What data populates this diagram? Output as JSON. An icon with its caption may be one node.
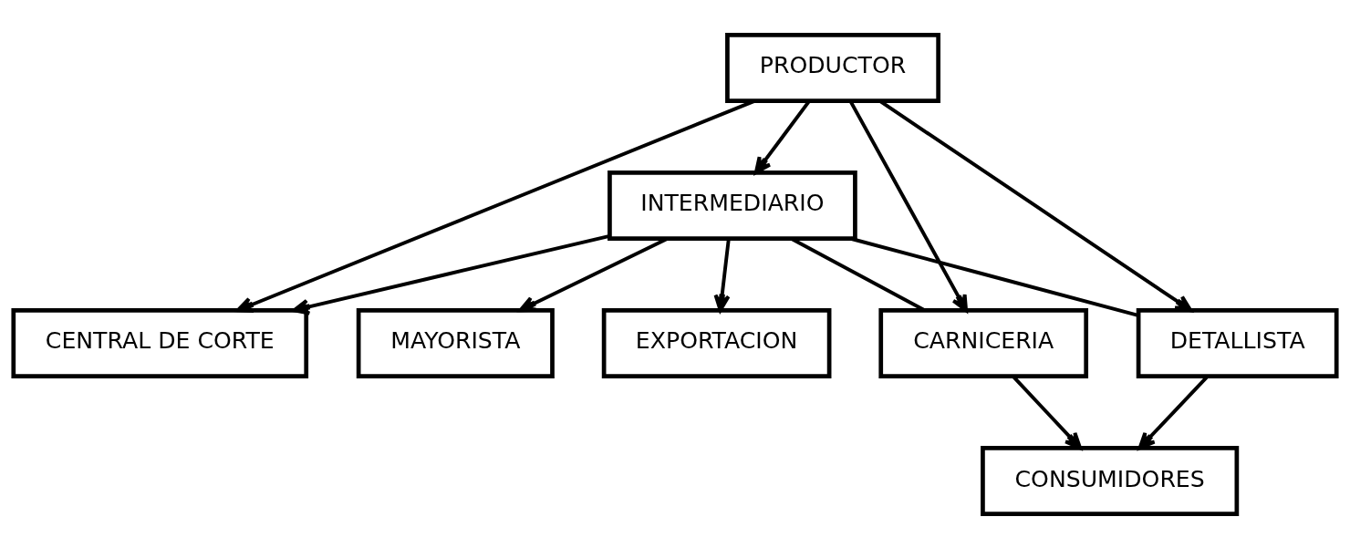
{
  "diagram": {
    "nodes": [
      {
        "text": [
          "PRODUCTOR"
        ]
      },
      {
        "text": [
          "INTERMEDIARIO"
        ]
      },
      {
        "text": [
          "EXPORTACION"
        ]
      },
      {
        "text": [
          "MAYORISTA"
        ]
      },
      {
        "text": [
          "CENTRAL DE CORTE"
        ]
      },
      {
        "text": [
          "DETALLISTA"
        ]
      },
      {
        "text": [
          "CARNICERIA"
        ]
      },
      {
        "text": [
          "CONSUMIDORES"
        ]
      }
    ],
    "edges": [
      {
        "from": 0,
        "to": 1,
        "arrow": "to"
      },
      {
        "from": 0,
        "to": 4,
        "arrow": "to"
      },
      {
        "from": 0,
        "to": 5,
        "arrow": "to"
      },
      {
        "from": 0,
        "to": 6,
        "arrow": "to"
      },
      {
        "from": 1,
        "to": 2,
        "arrow": "to"
      },
      {
        "from": 1,
        "to": 3,
        "arrow": "to"
      },
      {
        "from": 1,
        "to": 4,
        "arrow": "to"
      },
      {
        "from": 1,
        "to": 5,
        "arrow": "none"
      },
      {
        "from": 1,
        "to": 6,
        "arrow": "none"
      },
      {
        "from": 5,
        "to": 7,
        "arrow": "to"
      },
      {
        "from": 6,
        "to": 7,
        "arrow": "to"
      }
    ]
  }
}
